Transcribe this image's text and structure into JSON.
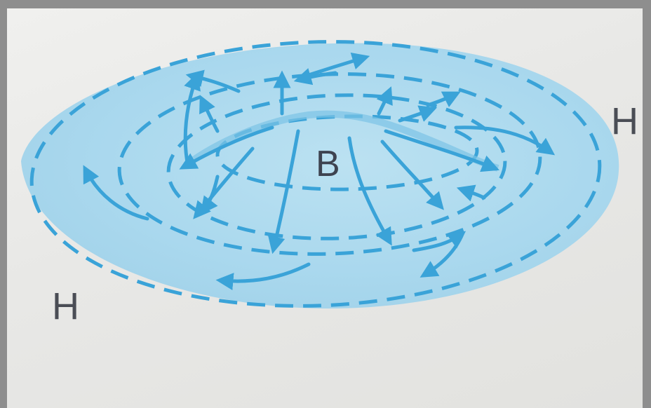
{
  "labels": {
    "high_right": "H",
    "high_left": "H",
    "center": "B"
  },
  "colors": {
    "shading": "#a9d9ef",
    "lines": "#3aa3d8",
    "background": "#ececea",
    "text": "#454850"
  },
  "elements": {
    "dashed_isolines": 4,
    "flow_arrows": 22
  }
}
